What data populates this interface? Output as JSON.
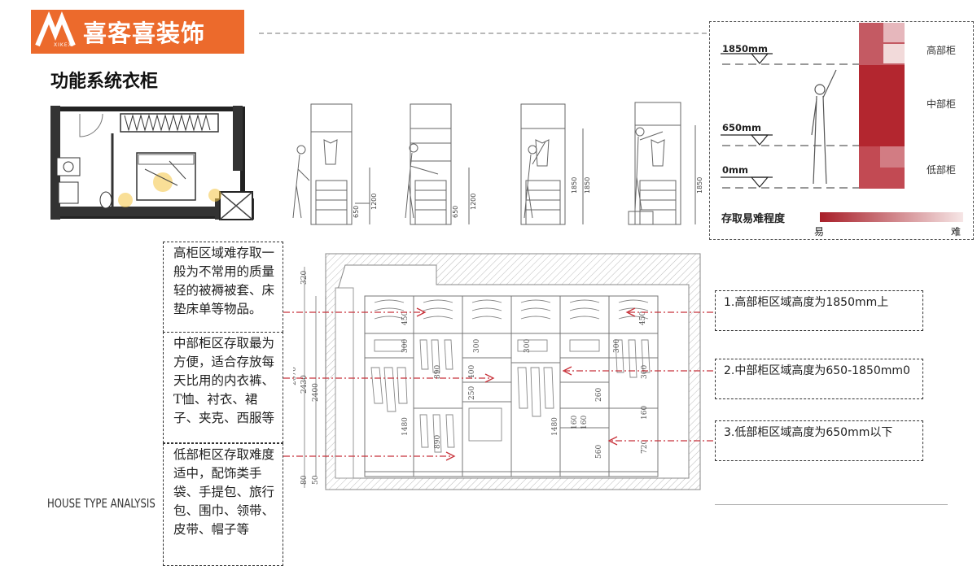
{
  "brand": {
    "logo_sub": "XIKEXI",
    "name": "喜客喜装饰"
  },
  "page": {
    "title": "功能系统衣柜",
    "footer_label": "HOUSE TYPE ANALYSIS"
  },
  "notes_left": [
    {
      "text": "高柜区域难存取一般为不常用的质量轻的被褥被套、床垫床单等物品。"
    },
    {
      "text": "中部柜区存取最为方便，适合存放每天比用的内衣裤、T恤、衬衣、裙子、夹克、西服等"
    },
    {
      "text": "低部柜区存取难度适中，配饰类手袋、手提包、旅行包、围巾、领带、皮带、帽子等"
    }
  ],
  "notes_right": [
    {
      "text": "1.高部柜区域高度为1850mm上"
    },
    {
      "text": "2.中部柜区域高度为650-1850mm0"
    },
    {
      "text": "3.低部柜区域高度为650mm以下"
    }
  ],
  "height_chart": {
    "levels": [
      "1850mm",
      "650mm",
      "0mm"
    ],
    "zones": [
      "高部柜",
      "中部柜",
      "低部柜"
    ],
    "legend_title": "存取易难程度",
    "legend_easy": "易",
    "legend_hard": "难",
    "colors": {
      "dark": "#b5262e",
      "mid": "#c96a72",
      "light": "#f2dada"
    }
  },
  "wardrobe_dims": {
    "left": [
      "320",
      "2670",
      "2400",
      "2430",
      "80",
      "50"
    ],
    "sections": [
      "450",
      "300",
      "890",
      "1480",
      "300",
      "400",
      "250",
      "890",
      "300",
      "1480",
      "260",
      "160",
      "160",
      "560",
      "450",
      "300",
      "300",
      "160",
      "720"
    ]
  },
  "figure_dims": [
    "650",
    "1200",
    "650",
    "1200",
    "1850",
    "1850",
    "1850"
  ]
}
